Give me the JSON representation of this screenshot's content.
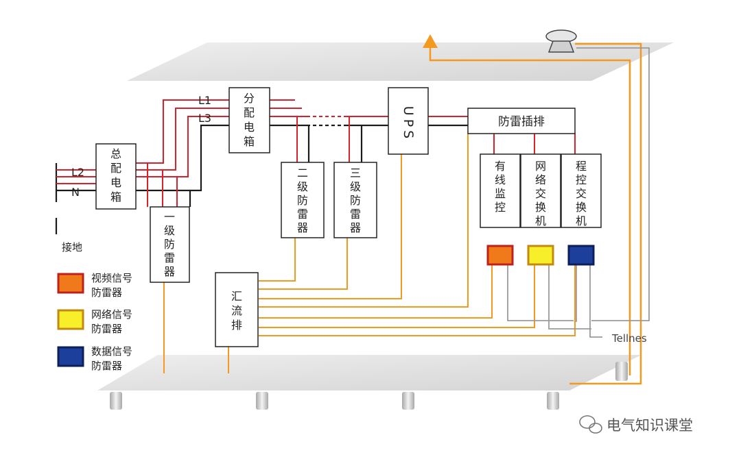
{
  "colors": {
    "live": "#d9212b",
    "neutral": "#1a1a1a",
    "ground": "#f39a1e",
    "signal": "#9a9a9a",
    "video_fill": "#f07a1a",
    "video_border": "#c0201c",
    "network_fill": "#f7ef2a",
    "network_border": "#c28a10",
    "data_fill": "#1c3f9c",
    "data_border": "#0c1f5a",
    "plate": "#dcdcdc"
  },
  "labels": {
    "l1": "L1",
    "l2": "L2",
    "l3": "L3",
    "n": "N",
    "ground": "接地",
    "tellnes": "Tellnes",
    "ups": "UPS",
    "surge_strip": "防雷插排"
  },
  "boxes": {
    "main_panel": [
      "总",
      "配",
      "电",
      "箱"
    ],
    "dist_panel": [
      "分",
      "配",
      "电",
      "箱"
    ],
    "spd1": [
      "一",
      "级",
      "防",
      "雷",
      "器"
    ],
    "spd2": [
      "二",
      "级",
      "防",
      "雷",
      "器"
    ],
    "spd3": [
      "三",
      "级",
      "防",
      "雷",
      "器"
    ],
    "busbar": [
      "汇",
      "流",
      "排"
    ],
    "cctv": [
      "有",
      "线",
      "监",
      "控"
    ],
    "switch": [
      "网",
      "络",
      "交",
      "换",
      "机"
    ],
    "pbx": [
      "程",
      "控",
      "交",
      "换",
      "机"
    ]
  },
  "legend": [
    {
      "line1": "视频信号",
      "line2": "防雷器"
    },
    {
      "line1": "网络信号",
      "line2": "防雷器"
    },
    {
      "line1": "数据信号",
      "line2": "防雷器"
    }
  ],
  "watermark": "电气知识课堂",
  "icons": [
    "arrow-up-icon",
    "air-terminal-icon",
    "wechat-icon"
  ]
}
